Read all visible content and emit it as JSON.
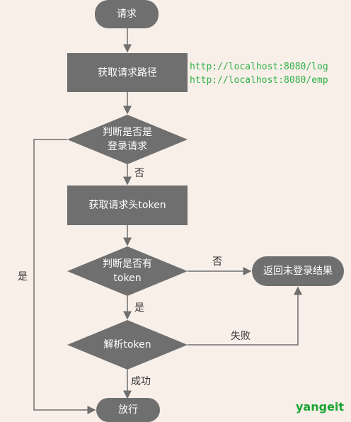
{
  "nodes": {
    "start": "请求",
    "get_path": "获取请求路径",
    "is_login_line1": "判断是否是",
    "is_login_line2": "登录请求",
    "get_token": "获取请求头token",
    "has_token_line1": "判断是否有",
    "has_token_line2": "token",
    "return_not_login": "返回未登录结果",
    "parse_token": "解析token",
    "pass": "放行"
  },
  "edge_labels": {
    "no_1": "否",
    "no_2": "否",
    "yes_left": "是",
    "yes_2": "是",
    "fail": "失败",
    "success": "成功"
  },
  "urls": [
    "http://localhost:8080/log",
    "http://localhost:8080/emp"
  ],
  "brand": "yangeit",
  "colors": {
    "background": "#f8efe8",
    "node": "#6f6f6f",
    "url": "#2fb24a",
    "brand": "#1aa534"
  }
}
